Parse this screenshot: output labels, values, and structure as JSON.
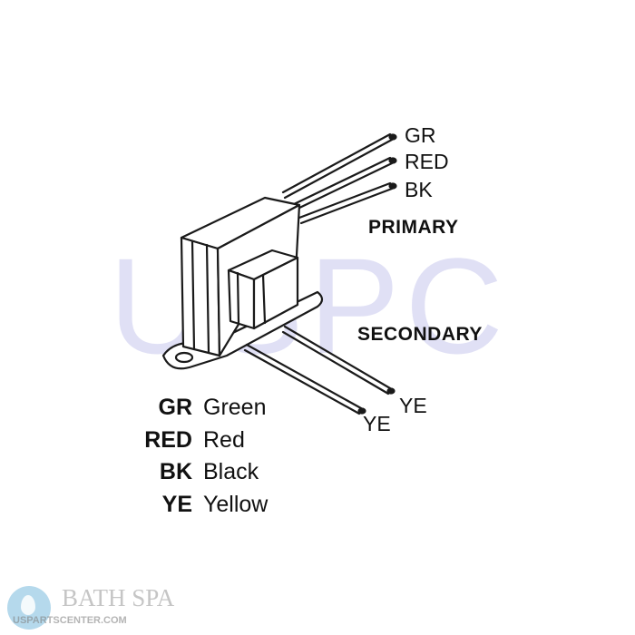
{
  "wires": {
    "primary": [
      "GR",
      "RED",
      "BK"
    ],
    "secondary": [
      "YE",
      "YE"
    ]
  },
  "sections": {
    "primary": "PRIMARY",
    "secondary": "SECONDARY"
  },
  "legend": [
    {
      "code": "GR",
      "name": "Green"
    },
    {
      "code": "RED",
      "name": "Red"
    },
    {
      "code": "BK",
      "name": "Black"
    },
    {
      "code": "YE",
      "name": "Yellow"
    }
  ],
  "watermark": {
    "text": "USPC",
    "color": "#a5a5e1"
  },
  "brand": {
    "title": "BATH SPA",
    "url": "USPARTSCENTER.COM"
  }
}
